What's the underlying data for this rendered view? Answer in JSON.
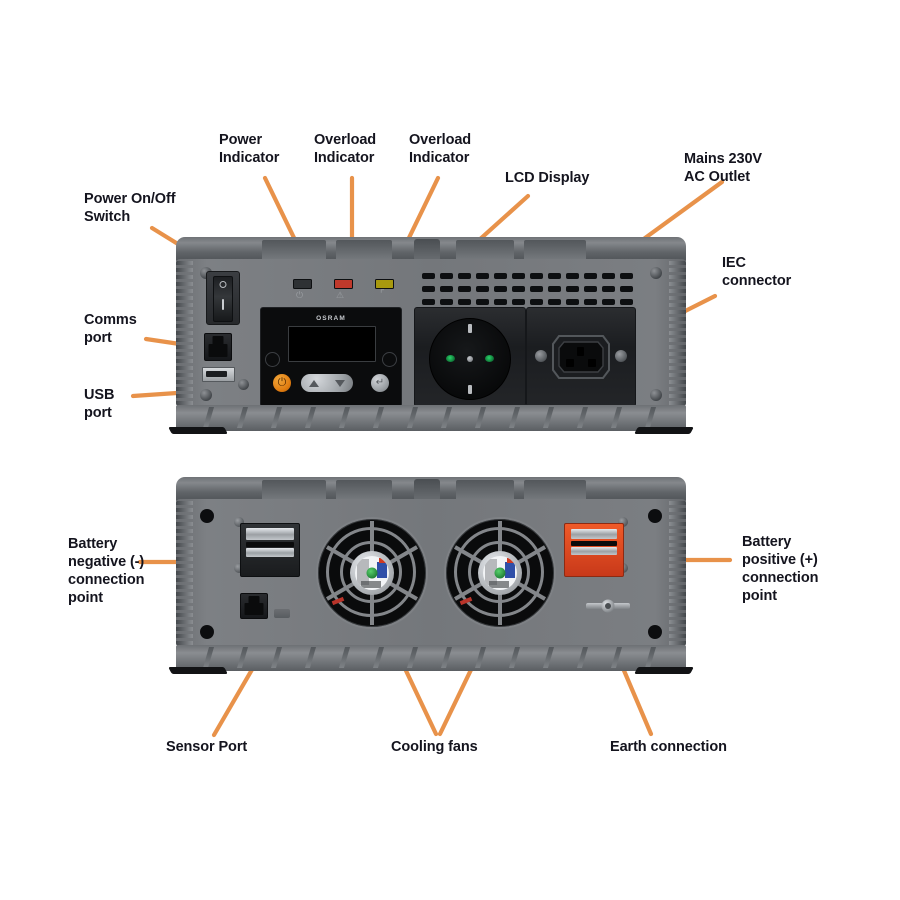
{
  "diagram": {
    "title": "Inverter front and rear panel component callout diagram",
    "background_color": "#ffffff",
    "leader_color": "#e8924a",
    "label_color": "#14141e"
  },
  "labels": [
    {
      "id": "power-on-off-switch",
      "text": "Power On/Off\nSwitch"
    },
    {
      "id": "power-indicator",
      "text": "Power\nIndicator"
    },
    {
      "id": "overload-indicator-1",
      "text": "Overload\nIndicator"
    },
    {
      "id": "overload-indicator-2",
      "text": "Overload\nIndicator"
    },
    {
      "id": "lcd-display",
      "text": "LCD Display"
    },
    {
      "id": "mains-ac-outlet",
      "text": "Mains 230V\nAC Outlet"
    },
    {
      "id": "iec-connector",
      "text": "IEC\nconnector"
    },
    {
      "id": "comms-port",
      "text": "Comms\nport"
    },
    {
      "id": "usb-port",
      "text": "USB\nport"
    },
    {
      "id": "battery-negative",
      "text": "Battery\nnegative (-)\nconnection\npoint"
    },
    {
      "id": "battery-positive",
      "text": "Battery\npositive (+)\nconnection\npoint"
    },
    {
      "id": "sensor-port",
      "text": "Sensor Port"
    },
    {
      "id": "cooling-fans",
      "text": "Cooling fans"
    },
    {
      "id": "earth-connection",
      "text": "Earth connection"
    }
  ],
  "front_panel": {
    "brand": "OSRAM",
    "indicators": [
      {
        "name": "power-led",
        "color": "#2e3134",
        "icon": "power-symbol"
      },
      {
        "name": "overload-led-red",
        "color": "#c0392b",
        "icon": "warning-triangle"
      },
      {
        "name": "overload-led-yellow",
        "color": "#a8990f",
        "icon": "thermometer"
      }
    ],
    "buttons": [
      {
        "name": "power-button",
        "icon": "power-icon",
        "color": "#e07c10"
      },
      {
        "name": "up-button",
        "icon": "arrow-up-icon"
      },
      {
        "name": "down-button",
        "icon": "arrow-down-icon"
      },
      {
        "name": "enter-button",
        "icon": "enter-icon"
      }
    ],
    "outlet_type": "schuko-230v",
    "iec_type": "iec-c13"
  },
  "rear_panel": {
    "terminal_negative_color": "#1a1c1e",
    "terminal_positive_color": "#f05a28",
    "fan_count": 2
  }
}
